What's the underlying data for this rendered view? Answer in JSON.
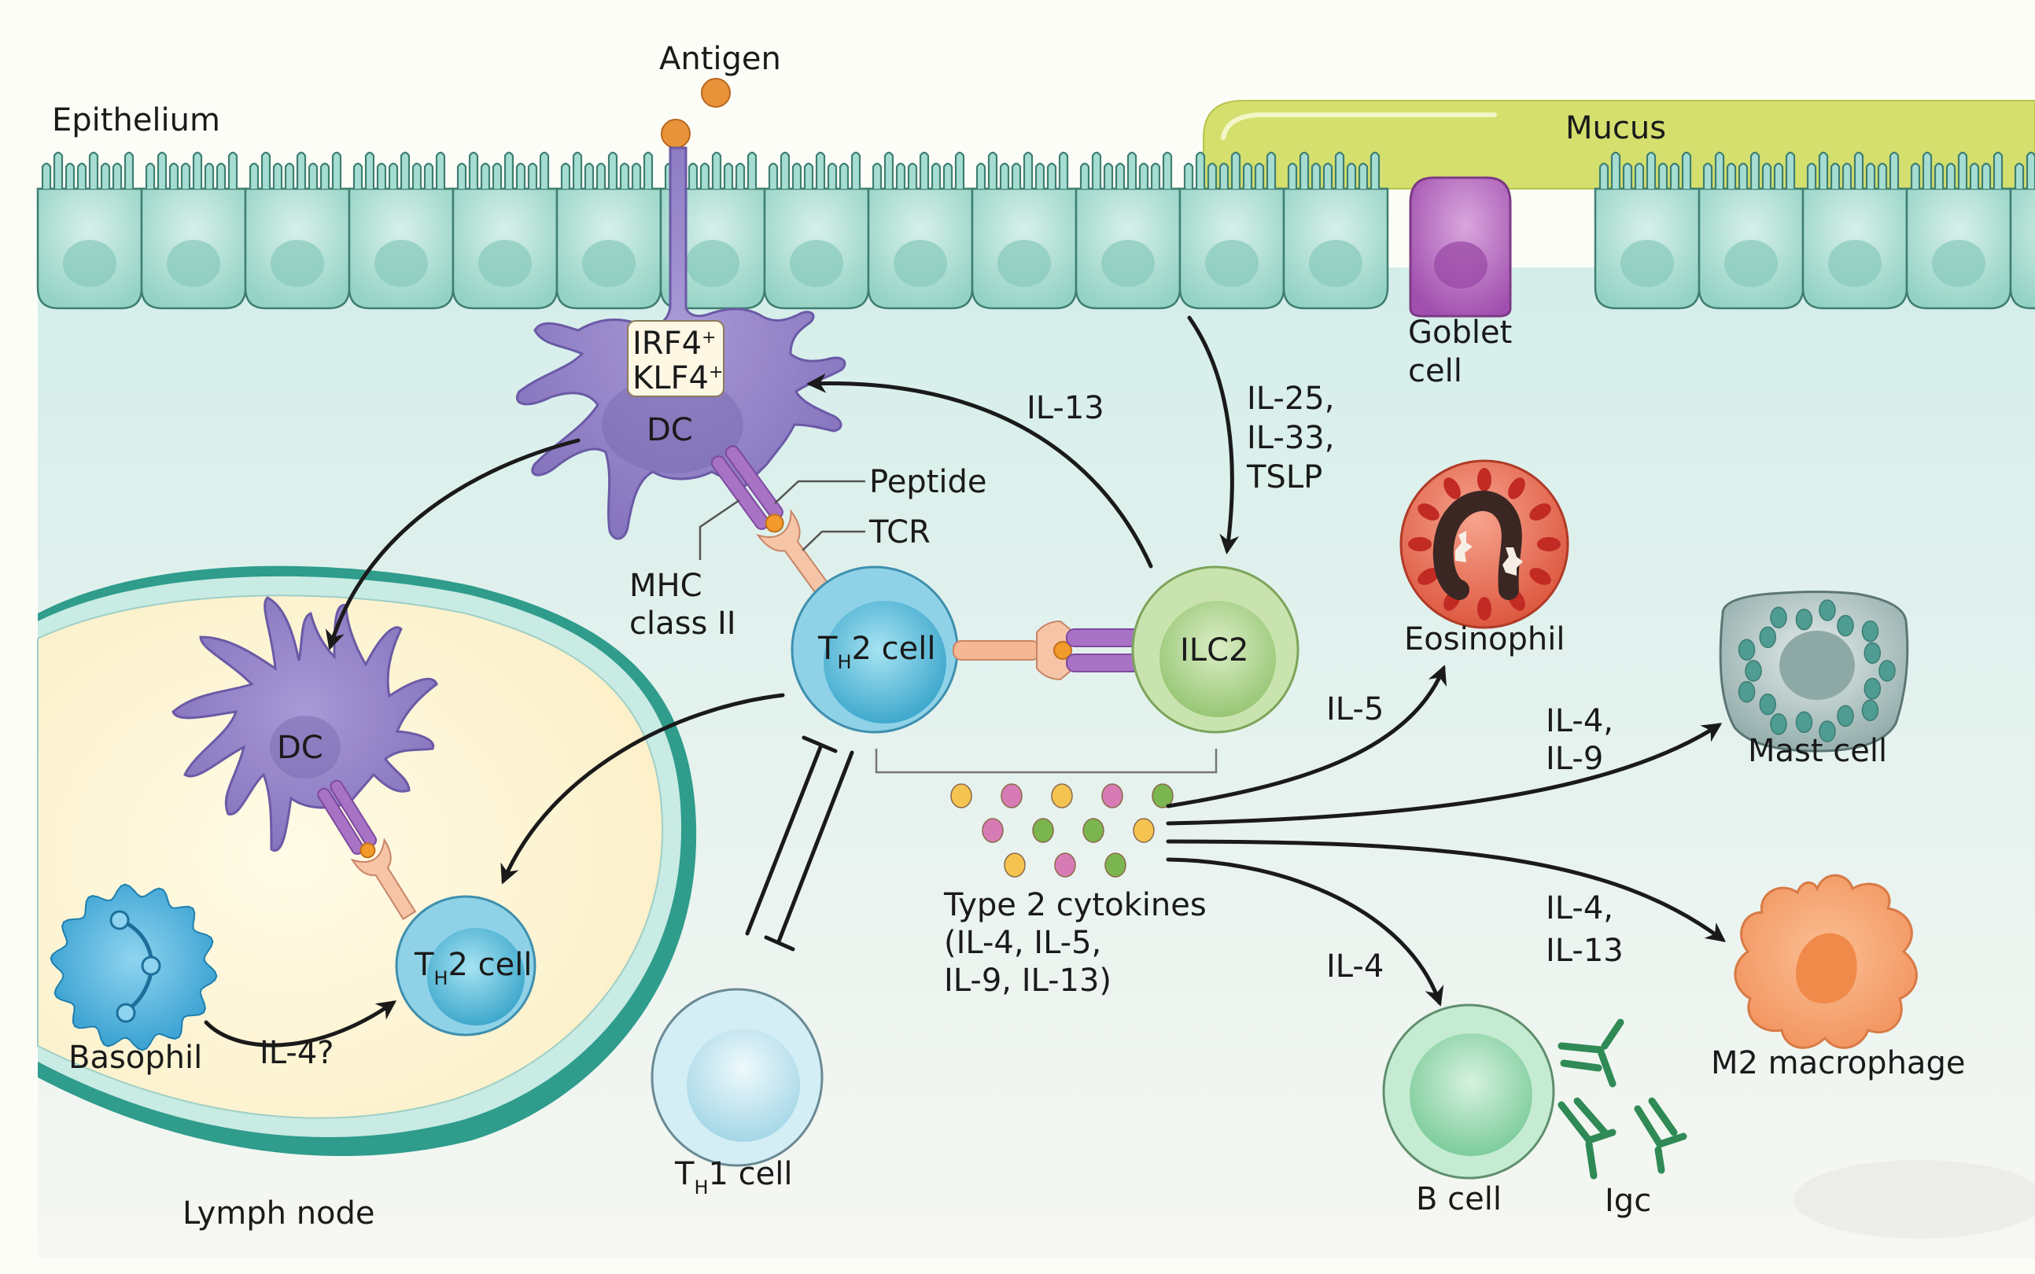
{
  "title": "Type 2 immune response at the epithelial barrier",
  "labels": {
    "epithelium": "Epithelium",
    "antigen": "Antigen",
    "mucus": "Mucus",
    "goblet_line1": "Goblet",
    "goblet_line2": "cell",
    "irf4": "IRF4",
    "klf4": "KLF4",
    "plus": "+",
    "dc_top": "DC",
    "dc_lymph": "DC",
    "il13_to_dc": "IL-13",
    "alarmins": [
      "IL-25,",
      "IL-33,",
      "TSLP"
    ],
    "peptide": "Peptide",
    "tcr": "TCR",
    "mhc_line1": "MHC",
    "mhc_line2": "class II",
    "th2_main_T": "T",
    "th2_main_sub": "H",
    "th2_main_rest": "2 cell",
    "ilc2": "ILC2",
    "eosinophil": "Eosinophil",
    "il5": "IL-5",
    "mast_cytokines": [
      "IL-4,",
      "IL-9"
    ],
    "mast_cell": "Mast cell",
    "cytokines_title": "Type 2 cytokines",
    "cytokines_list": [
      "(IL-4, IL-5,",
      "IL-9, IL-13)"
    ],
    "macrophage_cytokines": [
      "IL-4,",
      "IL-13"
    ],
    "macrophage": "M2 macrophage",
    "il4_bcell": "IL-4",
    "bcell": "B cell",
    "igc": "Igc",
    "th2_lymph_T": "T",
    "th2_lymph_sub": "H",
    "th2_lymph_rest": "2 cell",
    "basophil": "Basophil",
    "il4_question": "IL-4?",
    "lymph_node": "Lymph node",
    "th1_T": "T",
    "th1_sub": "H",
    "th1_rest": "1 cell"
  },
  "cytokine_dots": [
    [
      "yellow",
      "pink",
      "yellow",
      "pink",
      "green"
    ],
    [
      "pink",
      "green",
      "green",
      "yellow"
    ],
    [
      "yellow",
      "pink",
      "green"
    ]
  ],
  "colors": {
    "epithelial_cell": "#a6ddd2",
    "epithelial_stroke": "#3f7f72",
    "mucus": "#d4df6e",
    "goblet": "#b869c0",
    "dc": "#8d7cc4",
    "antigen": "#e8923a",
    "th2": "#5bbcd9",
    "ilc2": "#a9cf8a",
    "eosinophil": "#ec6a50",
    "mast": "#9fb6b4",
    "macrophage": "#f4a06a",
    "bcell": "#8fd6a8",
    "basophil": "#3ba8d8",
    "th1": "#c4e6f0",
    "lymph_node_fill": "#fdf6d8",
    "lymph_node_rim": "#2f9c8c",
    "tissue": "#e6f3ef",
    "dot_yellow": "#f5c350",
    "dot_pink": "#d77bb5",
    "dot_green": "#7bb54f"
  }
}
